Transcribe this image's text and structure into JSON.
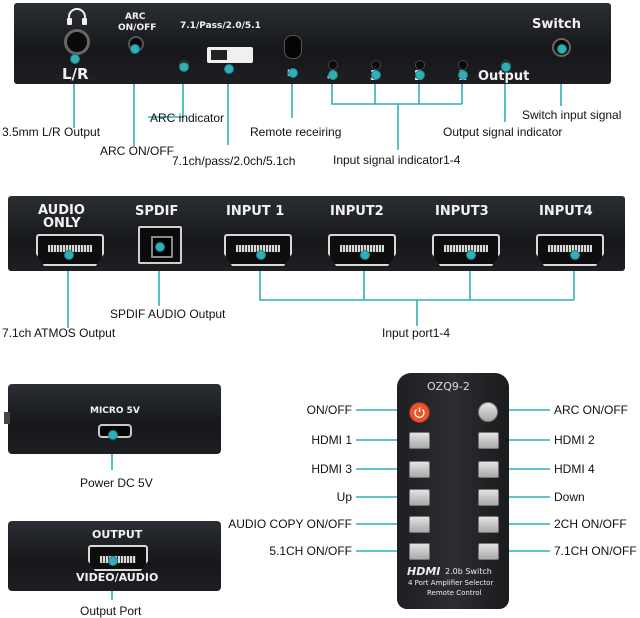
{
  "front": {
    "silk_lr": "L/R",
    "silk_arc_on": "ARC",
    "silk_arc_off": "ON/OFF",
    "silk_mode": "7.1/Pass/2.0/5.1",
    "silk_ir": "IR",
    "silk_inputs": [
      "4",
      "3",
      "2",
      "1"
    ],
    "silk_output": "Output",
    "silk_switch": "Switch",
    "callouts": {
      "lr_output": "3.5mm L/R Output",
      "arc_onoff": "ARC ON/OFF",
      "arc_indicator": "ARC indicator",
      "mode_switch": "7.1ch/pass/2.0ch/5.1ch",
      "remote": "Remote receiring",
      "input_indicator": "Input signal indicator1-4",
      "output_indicator": "Output signal indicator",
      "switch_input": "Switch input signal"
    }
  },
  "back": {
    "silk_audio": "AUDIO",
    "silk_only": "ONLY",
    "silk_spdif": "SPDIF",
    "silk_inputs": [
      "INPUT 1",
      "INPUT2",
      "INPUT3",
      "INPUT4"
    ],
    "callouts": {
      "spdif": "SPDIF AUDIO Output",
      "atmos": "7.1ch ATMOS Output",
      "input_ports": "Input port1-4"
    }
  },
  "side1": {
    "silk": "MICRO 5V",
    "callout": "Power DC 5V"
  },
  "side2": {
    "silk_top": "OUTPUT",
    "silk_bottom": "VIDEO/AUDIO",
    "callout": "Output Port"
  },
  "remote": {
    "model": "OZQ9-2",
    "logo": "HDMI",
    "logo_suffix": "2.0b Switch",
    "subtitle_line1": "4 Port Amplifier Selector",
    "subtitle_line2": "Remote Control",
    "left_labels": [
      "ON/OFF",
      "HDMI 1",
      "HDMI 3",
      "Up",
      "AUDIO COPY ON/OFF",
      "5.1CH ON/OFF"
    ],
    "right_labels": [
      "ARC ON/OFF",
      "HDMI 2",
      "HDMI 4",
      "Down",
      "2CH ON/OFF",
      "7.1CH ON/OFF"
    ]
  },
  "colors": {
    "callout_line": "#2fb0b8",
    "panel": "#1b1d20",
    "power_button": "#e8552f"
  }
}
